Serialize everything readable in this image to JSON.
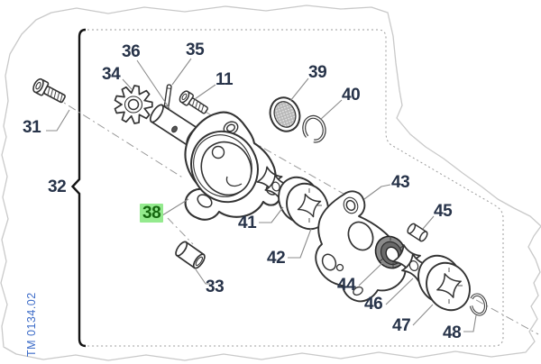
{
  "diagram": {
    "type": "exploded-parts-diagram",
    "stamp": "TM 0134.02",
    "highlighted_part": "38",
    "highlight_bg": "#94ea8e",
    "highlight_text_color": "#15670f",
    "label_color": "#273349",
    "callouts": [
      {
        "text": "31"
      },
      {
        "text": "32"
      },
      {
        "text": "33"
      },
      {
        "text": "34"
      },
      {
        "text": "35"
      },
      {
        "text": "36"
      },
      {
        "text": "11"
      },
      {
        "text": "38"
      },
      {
        "text": "39"
      },
      {
        "text": "40"
      },
      {
        "text": "41"
      },
      {
        "text": "42"
      },
      {
        "text": "43"
      },
      {
        "text": "44"
      },
      {
        "text": "45"
      },
      {
        "text": "46"
      },
      {
        "text": "47"
      },
      {
        "text": "48"
      }
    ]
  }
}
